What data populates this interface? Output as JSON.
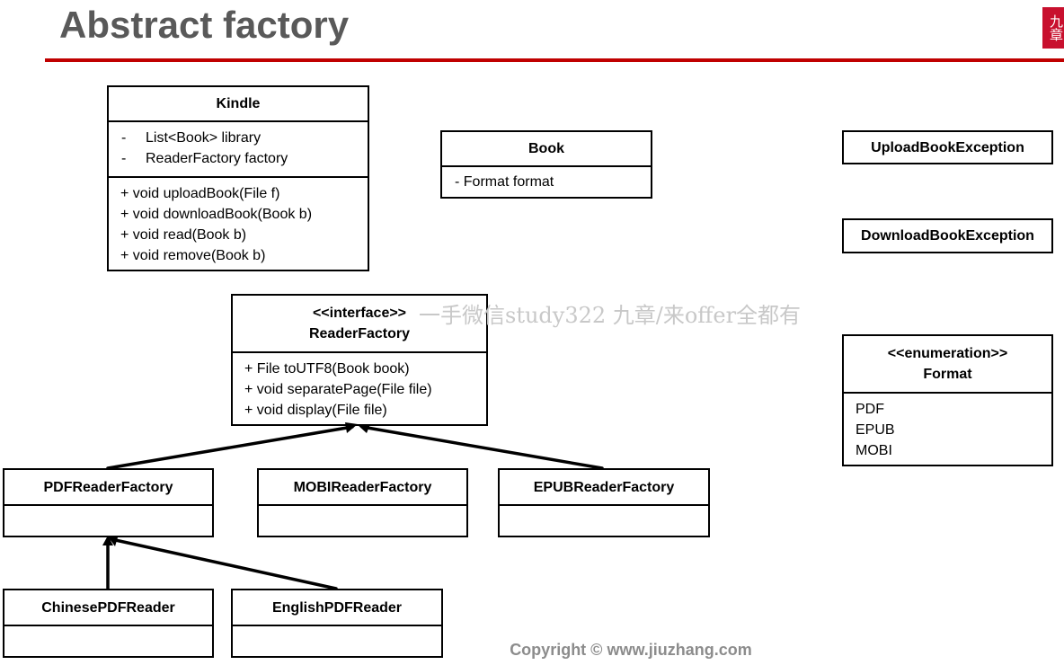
{
  "page": {
    "title": "Abstract factory",
    "logo_text": "九章",
    "watermark": "一手微信study322 九章/来offer全都有",
    "copyright": "Copyright © www.jiuzhang.com"
  },
  "classes": {
    "kindle": {
      "name": "Kindle",
      "attributes": [
        {
          "dash": "-",
          "text": "List<Book> library"
        },
        {
          "dash": "-",
          "text": "ReaderFactory factory"
        }
      ],
      "methods": [
        "+ void uploadBook(File f)",
        "+ void downloadBook(Book b)",
        "+ void read(Book b)",
        "+ void remove(Book b)"
      ]
    },
    "book": {
      "name": "Book",
      "attributes": [
        "- Format format"
      ]
    },
    "upload_exception": {
      "name": "UploadBookException"
    },
    "download_exception": {
      "name": "DownloadBookException"
    },
    "reader_factory": {
      "stereotype": "<<interface>>",
      "name": "ReaderFactory",
      "methods": [
        "+ File toUTF8(Book book)",
        "+ void separatePage(File file)",
        "+ void display(File file)"
      ]
    },
    "format": {
      "stereotype": "<<enumeration>>",
      "name": "Format",
      "values": [
        "PDF",
        "EPUB",
        "MOBI"
      ]
    },
    "pdf_reader_factory": {
      "name": "PDFReaderFactory"
    },
    "mobi_reader_factory": {
      "name": "MOBIReaderFactory"
    },
    "epub_reader_factory": {
      "name": "EPUBReaderFactory"
    },
    "chinese_pdf_reader": {
      "name": "ChinesePDFReader"
    },
    "english_pdf_reader": {
      "name": "EnglishPDFReader"
    }
  },
  "relations": [
    {
      "from": "PDFReaderFactory",
      "to": "ReaderFactory",
      "type": "inheritance"
    },
    {
      "from": "EPUBReaderFactory",
      "to": "ReaderFactory",
      "type": "inheritance"
    },
    {
      "from": "ChinesePDFReader",
      "to": "PDFReaderFactory",
      "type": "inheritance"
    },
    {
      "from": "EnglishPDFReader",
      "to": "PDFReaderFactory",
      "type": "inheritance"
    }
  ]
}
